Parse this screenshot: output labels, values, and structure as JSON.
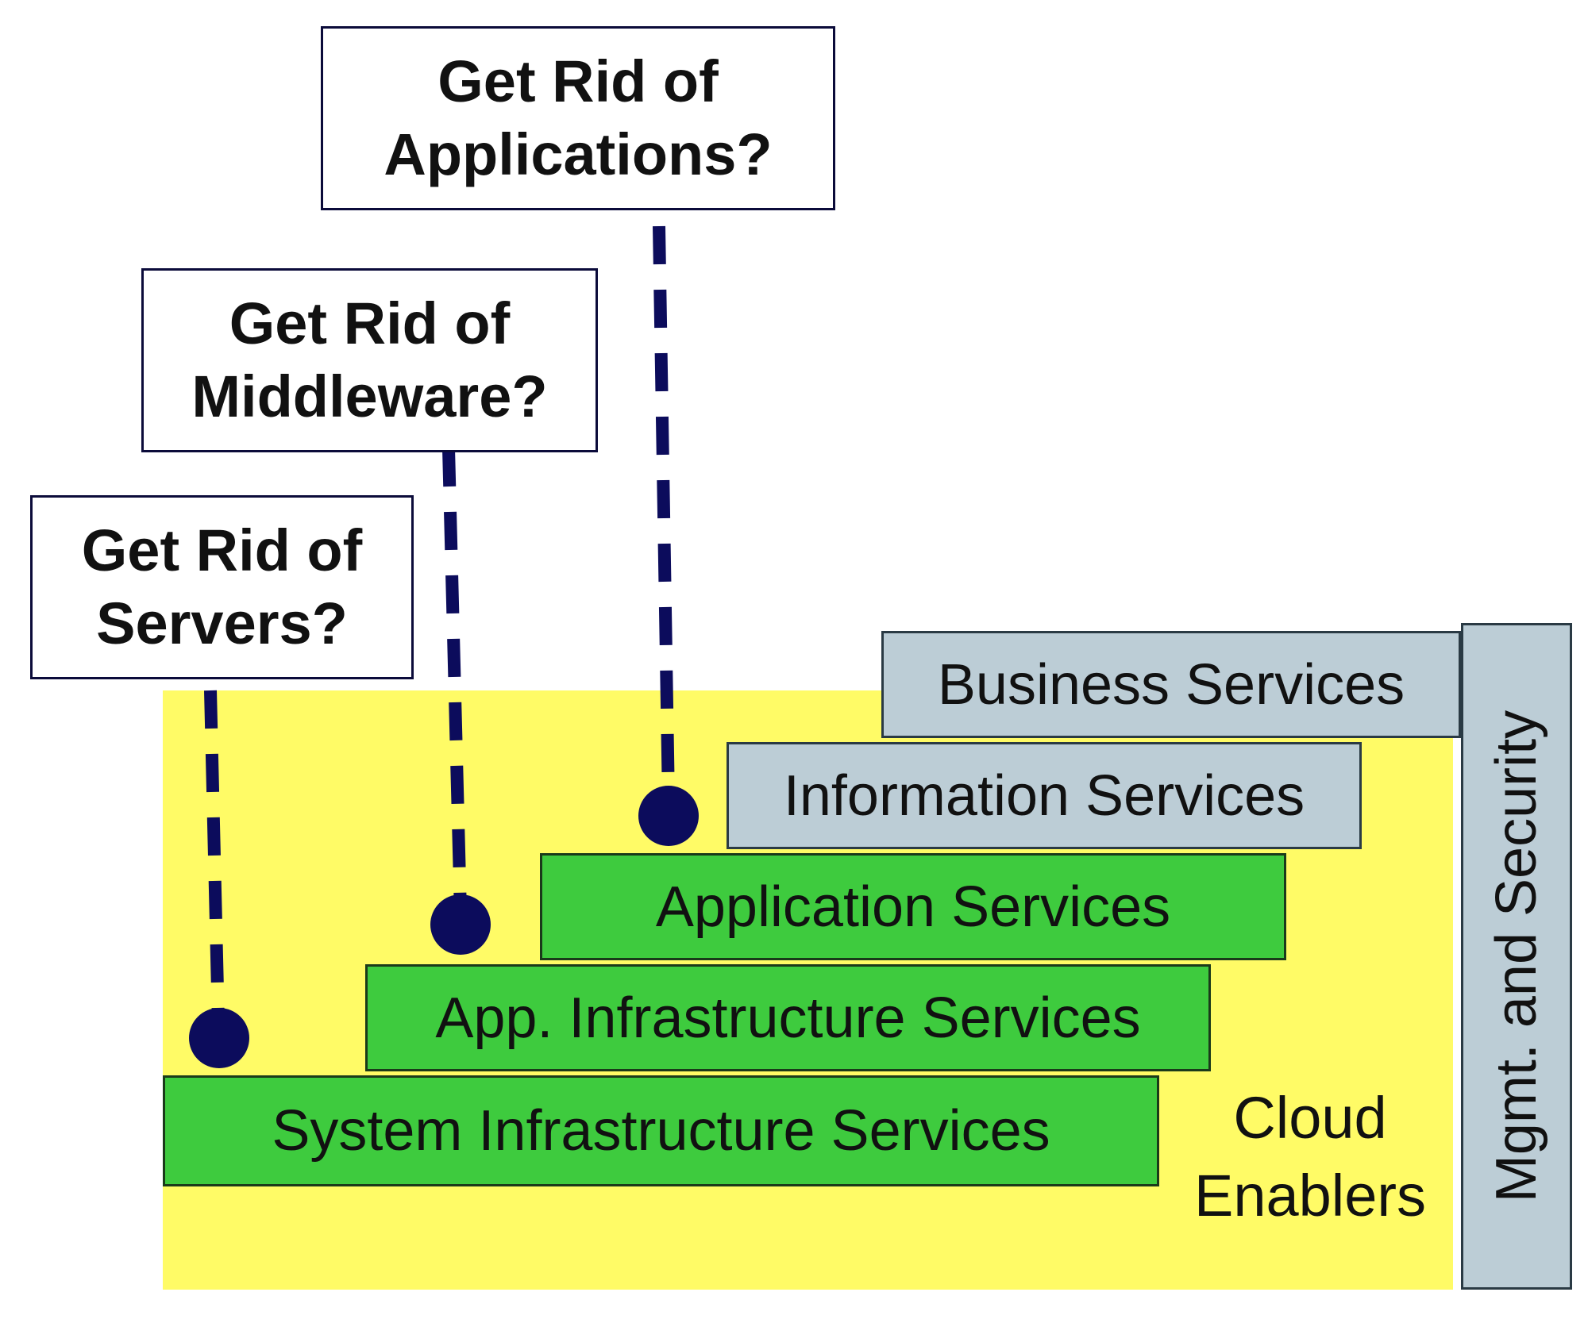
{
  "questions": {
    "servers": "Get Rid of\nServers?",
    "middleware": "Get Rid of\nMiddleware?",
    "applications": "Get Rid of\nApplications?"
  },
  "layers": {
    "system_infrastructure": "System Infrastructure Services",
    "app_infrastructure": "App. Infrastructure Services",
    "application": "Application Services",
    "information": "Information Services",
    "business": "Business Services"
  },
  "side_bar": "Mgmt. and Security",
  "cloud_enablers": "Cloud\nEnablers",
  "colors": {
    "green_layer": "#3ecb3e",
    "blue_layer": "#bccdd6",
    "yellow_base": "#fffb66",
    "connector": "#0c0c5c"
  }
}
